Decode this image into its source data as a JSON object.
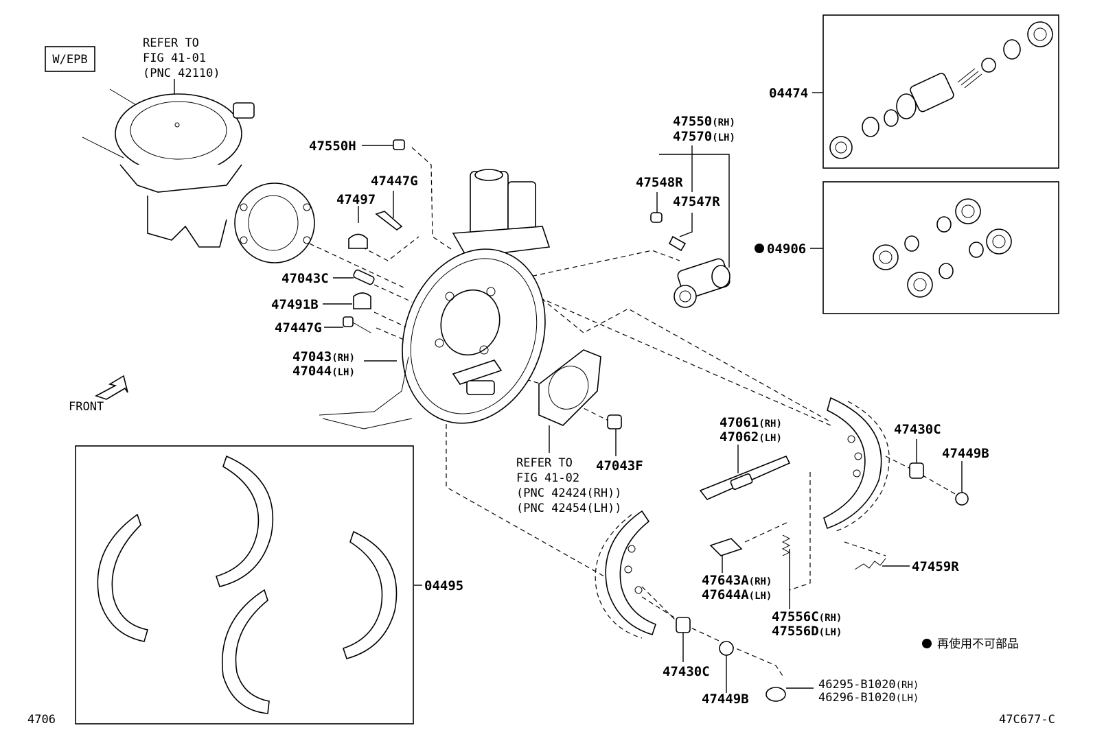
{
  "epb_tag": "W/EPB",
  "refer_top": {
    "line1": "REFER TO",
    "line2": "FIG 41-01",
    "line3": "(PNC 42110)"
  },
  "refer_mid": {
    "line1": "REFER TO",
    "line2": "FIG 41-02",
    "line3": "(PNC 42424(RH))",
    "line4": "(PNC 42454(LH))"
  },
  "front_label": "FRONT",
  "labels": {
    "p47550H": "47550H",
    "p47447G_a": "47447G",
    "p47497": "47497",
    "p47043C": "47043C",
    "p47491B": "47491B",
    "p47447G_b": "47447G",
    "p47043": "47043",
    "p47044": "47044",
    "p47550": "47550",
    "p47570": "47570",
    "p47548R": "47548R",
    "p47547R": "47547R",
    "p04474": "04474",
    "p04906": "04906",
    "p47430C_a": "47430C",
    "p47449B_a": "47449B",
    "p47061": "47061",
    "p47062": "47062",
    "p47043F": "47043F",
    "p04495": "04495",
    "p47459R": "47459R",
    "p47643A": "47643A",
    "p47644A": "47644A",
    "p47556C": "47556C",
    "p47556D": "47556D",
    "p47430C_b": "47430C",
    "p47449B_b": "47449B",
    "p46295": "46295-B1020",
    "p46296": "46296-B1020"
  },
  "suffix": {
    "rh": "(RH)",
    "lh": "(LH)"
  },
  "non_reusable_note": "再使用不可部品",
  "code_left": "4706",
  "code_right": "47C677-C"
}
